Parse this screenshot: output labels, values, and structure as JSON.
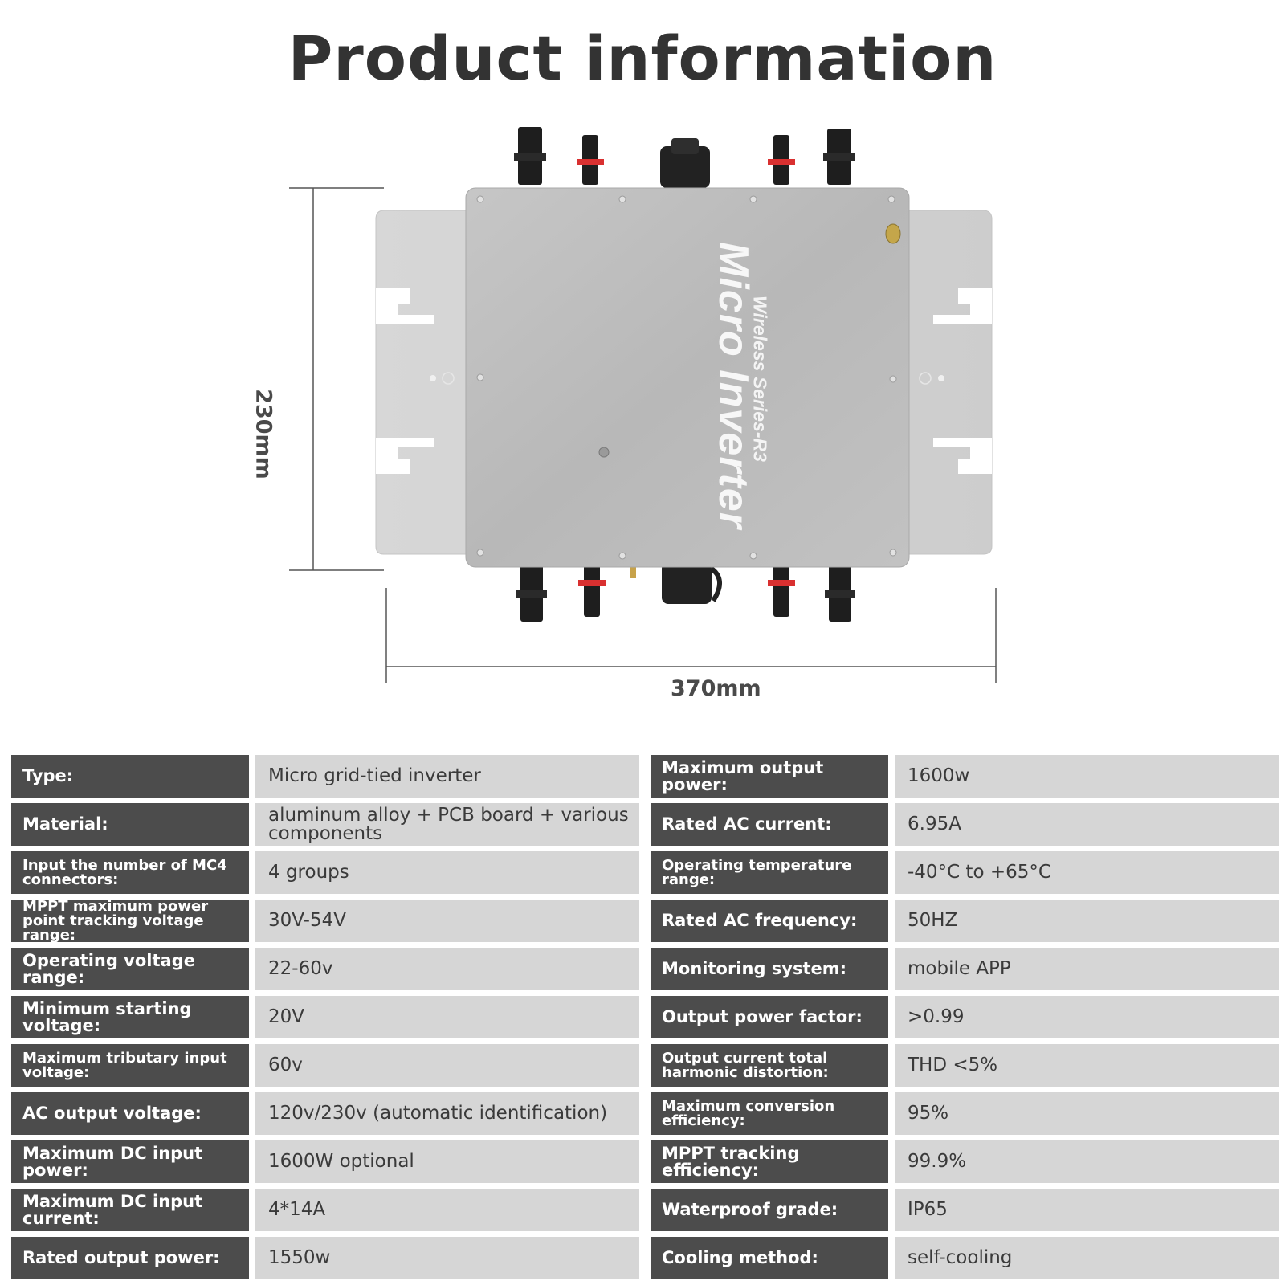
{
  "title": "Product information",
  "dimensions": {
    "height": "230mm",
    "width": "370mm"
  },
  "product": {
    "name": "Micro Inverter",
    "series": "Wireless Series-R3"
  },
  "specs_left": [
    {
      "label": "Type:",
      "value": "Micro grid-tied inverter"
    },
    {
      "label": "Material:",
      "value": "aluminum alloy + PCB board + various components"
    },
    {
      "label": "Input the number of MC4 connectors:",
      "value": "4 groups"
    },
    {
      "label": "MPPT maximum power point tracking voltage range:",
      "value": "30V-54V"
    },
    {
      "label": "Operating voltage range:",
      "value": "22-60v"
    },
    {
      "label": "Minimum starting voltage:",
      "value": "20V"
    },
    {
      "label": "Maximum tributary input voltage:",
      "value": "60v"
    },
    {
      "label": "AC output voltage:",
      "value": "120v/230v (automatic identification)"
    },
    {
      "label": "Maximum DC input power:",
      "value": "1600W optional"
    },
    {
      "label": "Maximum DC input current:",
      "value": "4*14A"
    },
    {
      "label": "Rated output power:",
      "value": "1550w"
    }
  ],
  "specs_right": [
    {
      "label": "Maximum output power:",
      "value": "1600w"
    },
    {
      "label": "Rated AC current:",
      "value": "6.95A"
    },
    {
      "label": "Operating temperature range:",
      "value": "-40°C to +65°C"
    },
    {
      "label": "Rated AC frequency:",
      "value": "50HZ"
    },
    {
      "label": "Monitoring system:",
      "value": "mobile APP"
    },
    {
      "label": "Output power factor:",
      "value": ">0.99"
    },
    {
      "label": "Output current total harmonic distortion:",
      "value": "THD <5%"
    },
    {
      "label": "Maximum conversion efficiency:",
      "value": "95%"
    },
    {
      "label": "MPPT tracking efficiency:",
      "value": "99.9%"
    },
    {
      "label": "Waterproof grade:",
      "value": "IP65"
    },
    {
      "label": "Cooling method:",
      "value": "self-cooling"
    }
  ]
}
